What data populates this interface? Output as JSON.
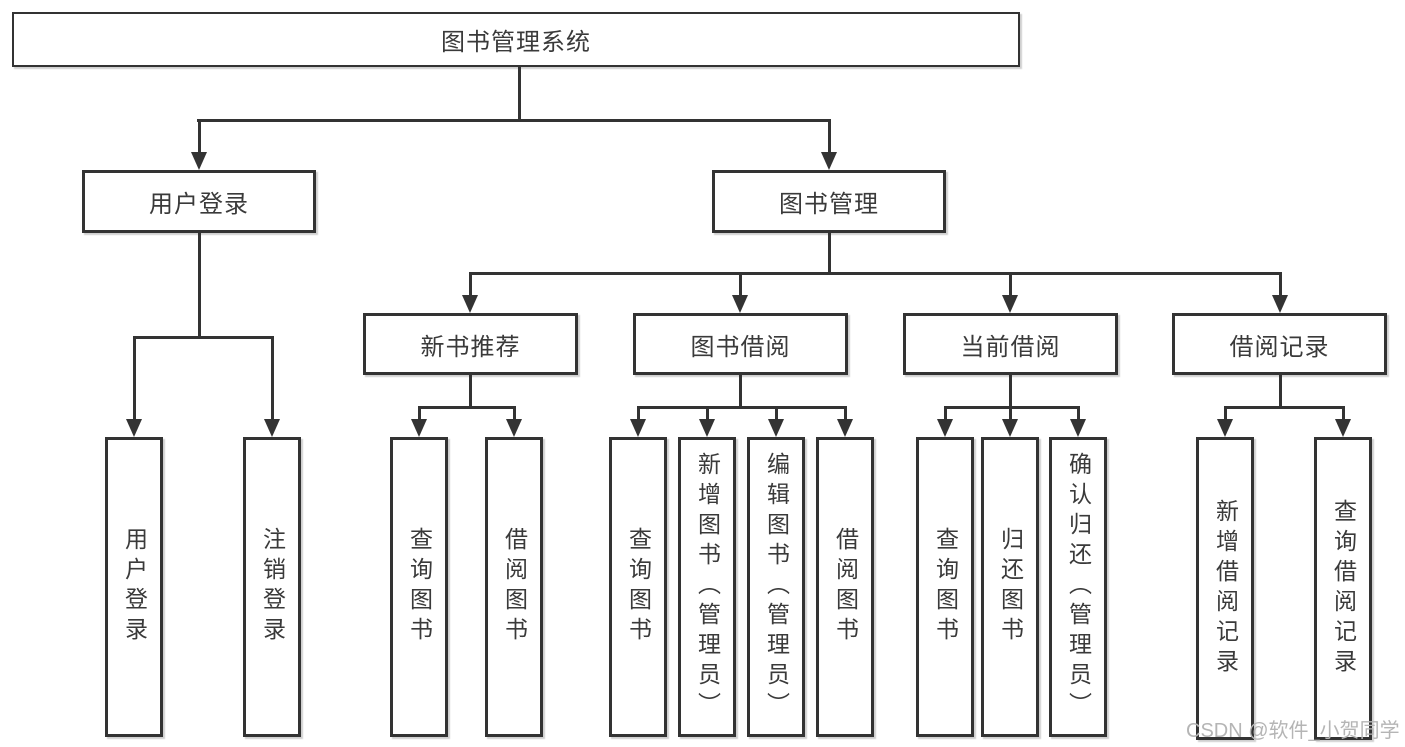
{
  "diagram": {
    "type": "hierarchy-tree",
    "tree": {
      "label": "图书管理系统",
      "children": [
        {
          "label": "用户登录",
          "children": [
            {
              "label": "用户登录"
            },
            {
              "label": "注销登录"
            }
          ]
        },
        {
          "label": "图书管理",
          "children": [
            {
              "label": "新书推荐",
              "children": [
                {
                  "label": "查询图书"
                },
                {
                  "label": "借阅图书"
                }
              ]
            },
            {
              "label": "图书借阅",
              "children": [
                {
                  "label": "查询图书"
                },
                {
                  "label": "新增图书（管理员）"
                },
                {
                  "label": "编辑图书（管理员）"
                },
                {
                  "label": "借阅图书"
                }
              ]
            },
            {
              "label": "当前借阅",
              "children": [
                {
                  "label": "查询图书"
                },
                {
                  "label": "归还图书"
                },
                {
                  "label": "确认归还（管理员）"
                }
              ]
            },
            {
              "label": "借阅记录",
              "children": [
                {
                  "label": "新增借阅记录"
                },
                {
                  "label": "查询借阅记录"
                }
              ]
            }
          ]
        }
      ]
    }
  },
  "watermark": {
    "text": "CSDN @软件_小贺同学"
  },
  "colors": {
    "line": "#333333",
    "box_border": "#333333",
    "text": "#3a3a3a",
    "background": "#ffffff",
    "watermark": "#b5b5b5"
  }
}
